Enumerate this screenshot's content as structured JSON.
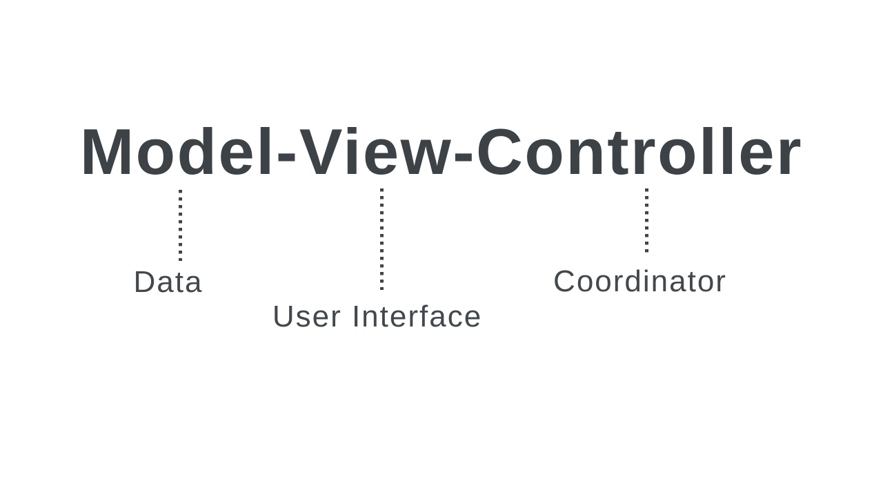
{
  "diagram": {
    "title": "Model-View-Controller",
    "background_color": "#ffffff",
    "text_color": "#3d4247",
    "connector_style": "dotted",
    "nodes": [
      {
        "label": "Data",
        "connects_to_title_word": "Model"
      },
      {
        "label": "User Interface",
        "connects_to_title_word": "View"
      },
      {
        "label": "Coordinator",
        "connects_to_title_word": "Controller"
      }
    ]
  }
}
